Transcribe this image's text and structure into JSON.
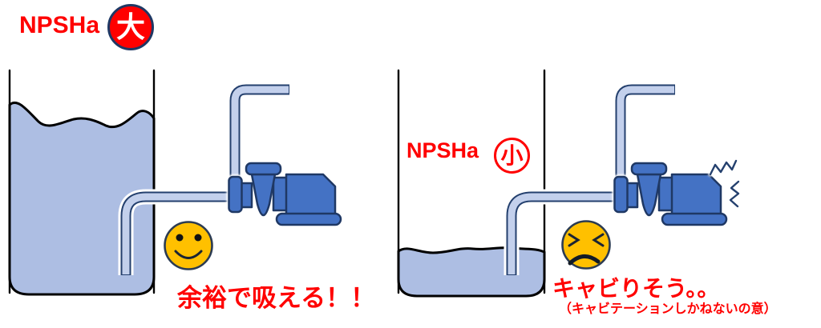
{
  "diagram": {
    "title_left": {
      "label": "NPSHa",
      "badge": "大"
    },
    "title_right": {
      "label": "NPSHa",
      "badge": "小"
    },
    "left_caption": "余裕で吸える！！",
    "right_caption": "キャビりそう。。",
    "right_caption_note": "（キャビテーションしかねないの意）",
    "icons": {
      "left_mood": "happy-face-icon",
      "right_mood": "distressed-face-icon",
      "right_motor": "vibration-squiggle-icon"
    },
    "colors": {
      "water": "#adbee3",
      "pipe_fill": "#c3d0ec",
      "pipe_outline": "#24406e",
      "pump_fill": "#4472c4",
      "pump_outline": "#1f3864",
      "face_fill": "#ffc000",
      "face_outline": "#2b3b52",
      "accent_red": "#ff0000",
      "badge_large_bg": "#ff0000",
      "badge_large_border": "#1f3864",
      "badge_large_text": "#ffffff",
      "badge_small_bg": "#ffffff",
      "badge_small_border": "#ff0000",
      "badge_small_text": "#ff0000"
    }
  }
}
